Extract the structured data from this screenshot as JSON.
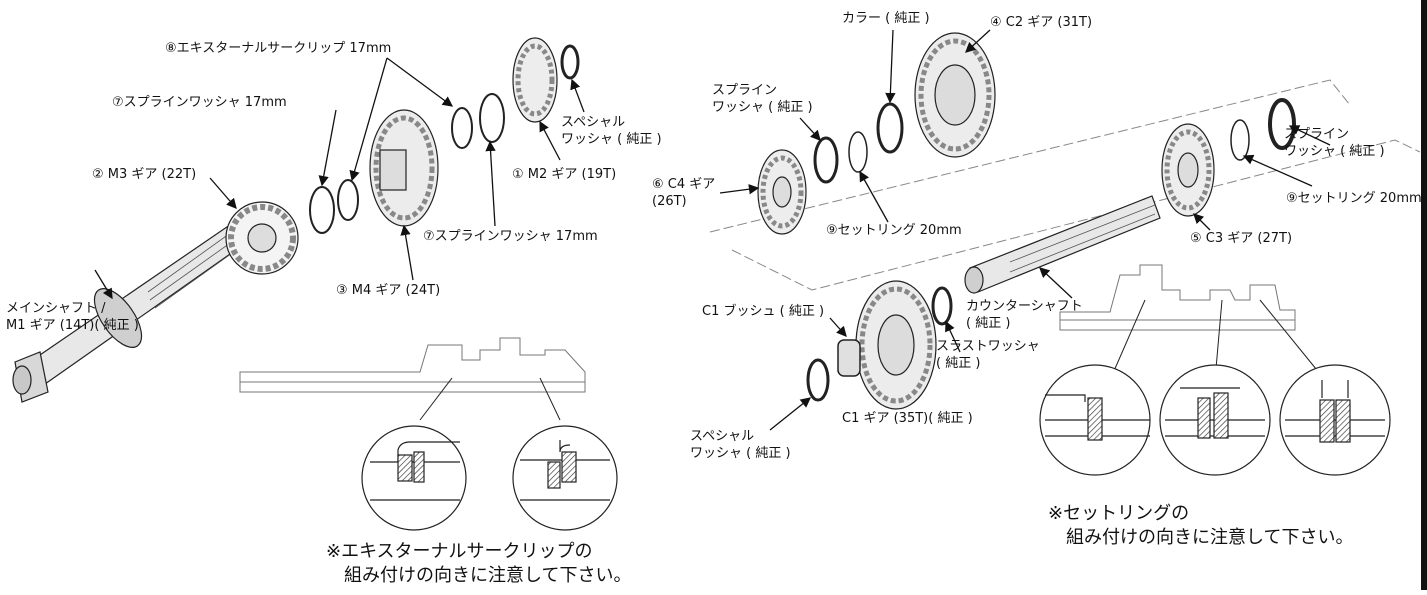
{
  "diagram": {
    "main_shaft": {
      "main_shaft": "メインシャフト /\nM1 ギア (14T)( 純正 )",
      "m3_gear": "② M3 ギア (22T)",
      "spline_washer_a": "⑦スプラインワッシャ 17mm",
      "circlip": "⑧エキスターナルサークリップ 17mm",
      "m4_gear": "③ M4 ギア (24T)",
      "spline_washer_b": "⑦スプラインワッシャ 17mm",
      "m2_gear": "① M2 ギア (19T)",
      "special_washer": "スペシャル\nワッシャ ( 純正 )",
      "note": "※エキスターナルサークリップの\n　組み付けの向きに注意して下さい。"
    },
    "counter_shaft": {
      "collar": "カラー ( 純正 )",
      "c2_gear": "④ C2 ギア (31T)",
      "spline_washer_a": "スプライン\nワッシャ ( 純正 )",
      "c4_gear": "⑥ C4 ギア\n(26T)",
      "set_ring_a": "⑨セットリング 20mm",
      "c3_gear": "⑤ C3 ギア (27T)",
      "spline_washer_b": "スプライン\nワッシャ ( 純正 )",
      "set_ring_b": "⑨セットリング 20mm",
      "counter_shaft": "カウンターシャフト\n( 純正 )",
      "c1_bushing": "C1 ブッシュ ( 純正 )",
      "thrust_washer": "スラストワッシャ\n( 純正 )",
      "c1_gear": "C1 ギア (35T)( 純正 )",
      "special_washer": "スペシャル\nワッシャ ( 純正 )",
      "note": "※セットリングの\n　組み付けの向きに注意して下さい。"
    }
  }
}
